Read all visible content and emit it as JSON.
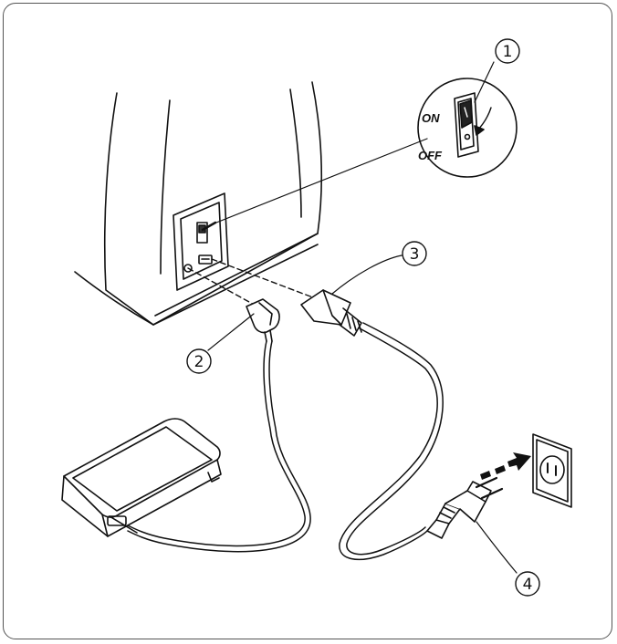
{
  "switch": {
    "on_label": "ON",
    "off_label": "OFF"
  },
  "callouts": [
    {
      "number": "1",
      "target": "power-switch"
    },
    {
      "number": "2",
      "target": "foot-control-plug"
    },
    {
      "number": "3",
      "target": "machine-plug"
    },
    {
      "number": "4",
      "target": "power-supply-plug"
    }
  ]
}
